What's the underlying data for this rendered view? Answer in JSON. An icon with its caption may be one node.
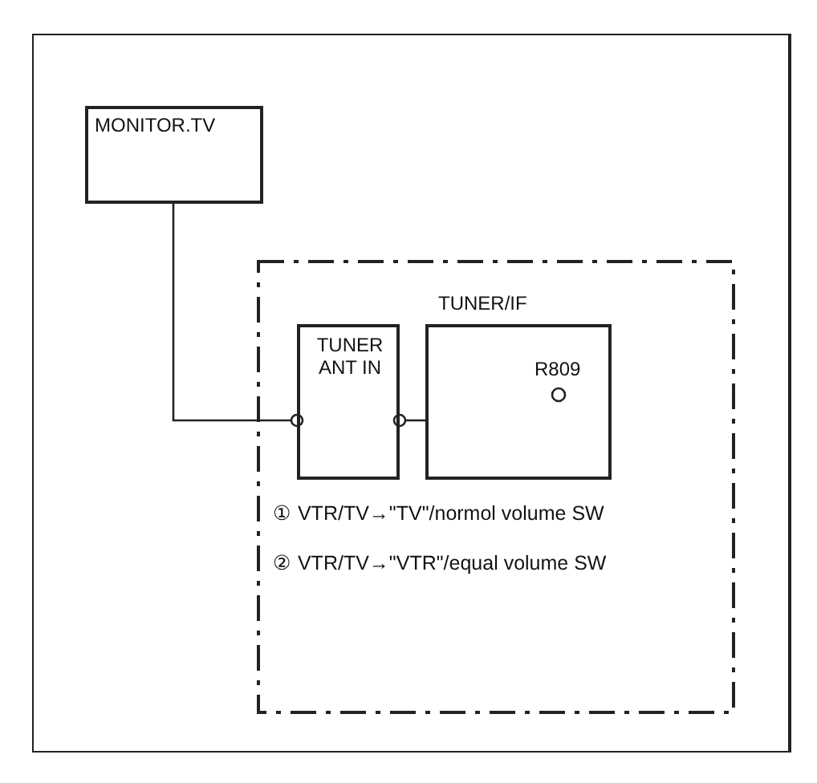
{
  "diagram": {
    "nodes": [
      {
        "text": [
          "MONITOR.TV"
        ]
      },
      {
        "text": [],
        "shape": "box"
      },
      {
        "text": [
          "TUNER ANT IN"
        ],
        "in": 1
      },
      {
        "text": [
          "TUNER/IF",
          "R809"
        ],
        "in": 1
      }
    ],
    "edges": [
      {
        "from": 0,
        "to": 2,
        "arrow": "other"
      },
      {
        "from": 3,
        "to": 2,
        "arrow": "other"
      }
    ],
    "labels": [
      "① VTR/TV→\"TV\"/normol volume SW",
      "② VTR/TV→\"VTR\"/equal volume SW"
    ]
  }
}
